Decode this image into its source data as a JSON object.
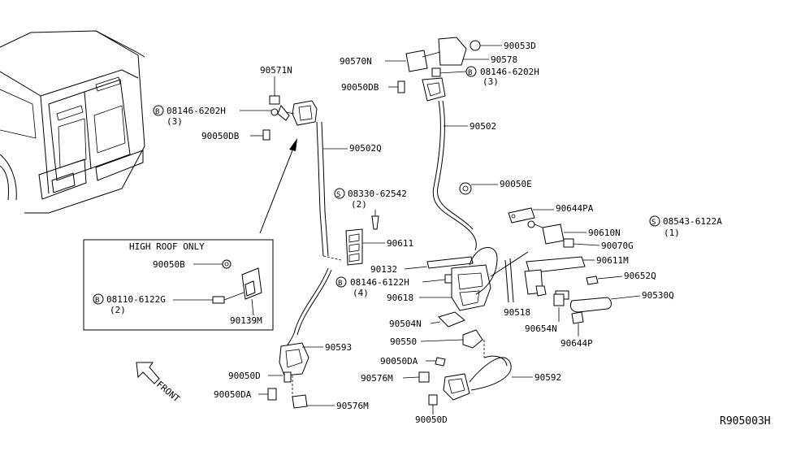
{
  "labels": {
    "p90571N": "90571N",
    "p08146_left": "08146-6202H",
    "q3_left": "(3)",
    "p90050DB_left": "90050DB",
    "p90502Q": "90502Q",
    "p90570N": "90570N",
    "p90053D": "90053D",
    "p90578": "90578",
    "p90050DB_right": "90050DB",
    "p08146_right": "08146-6202H",
    "q3_right": "(3)",
    "p90502": "90502",
    "p08330": "08330-62542",
    "q2_08330": "(2)",
    "p90050E": "90050E",
    "p90644PA": "90644PA",
    "p08543": "08543-6122A",
    "q1_08543": "(1)",
    "p90610N": "90610N",
    "p90070G": "90070G",
    "p90611": "90611",
    "p90611M": "90611M",
    "p90132": "90132",
    "p08146_mid": "08146-6122H",
    "q4_mid": "(4)",
    "p90618": "90618",
    "p90518": "90518",
    "p90652Q": "90652Q",
    "p90530Q": "90530Q",
    "p90504N": "90504N",
    "p90654N": "90654N",
    "p90644P": "90644P",
    "p90550": "90550",
    "p90593": "90593",
    "p90050DA_right": "90050DA",
    "p90576M_right": "90576M",
    "p90592": "90592",
    "p90050D_left": "90050D",
    "p90050DA_left": "90050DA",
    "p90576M_left": "90576M",
    "p90050D_right": "90050D",
    "inset_title": "HIGH ROOF ONLY",
    "p90050B": "90050B",
    "p08110": "08110-6122G",
    "q2_08110": "(2)",
    "p90139M": "90139M",
    "front": "FRONT",
    "ref_code": "R905003H"
  },
  "markers": {
    "bolt": "B",
    "screw": "S"
  }
}
